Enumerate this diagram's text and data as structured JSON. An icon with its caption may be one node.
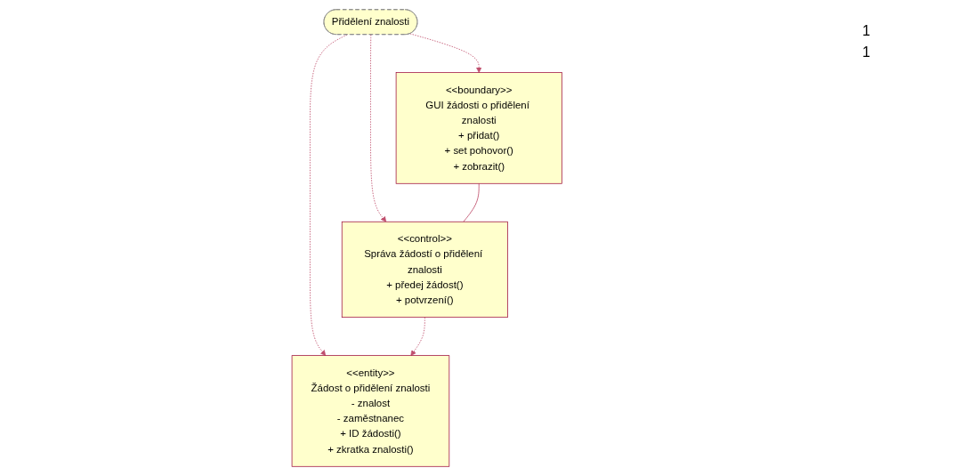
{
  "diagram": {
    "nodes": [
      {
        "text": [
          "Přidělení znalosti"
        ]
      },
      {
        "text": [
          "<<boundary>>",
          "GUI žádosti o přidělení znalosti",
          "+ přidat()",
          "+ set pohovor()",
          "+ zobrazit()"
        ]
      },
      {
        "text": [
          "<<entity>>",
          "Žádost o přidělení znalosti",
          "- znalost",
          "- zaměstnanec",
          "+ ID žádosti()",
          "+ zkratka znalosti()"
        ]
      },
      {
        "text": [
          "<<control>>",
          "Správa žádostí o přidělení znalosti",
          "+ předej žádost()",
          "+ potvrzení()"
        ]
      }
    ],
    "edges": [
      {
        "from": 0,
        "to": 1,
        "arrow": "to",
        "style": "dashed"
      },
      {
        "from": 0,
        "to": 3,
        "arrow": "to",
        "style": "dashed"
      },
      {
        "from": 0,
        "to": 2,
        "arrow": "to",
        "style": "dashed"
      },
      {
        "from": 1,
        "to": 3,
        "arrow": "none"
      },
      {
        "from": 3,
        "to": 2,
        "arrow": "to",
        "style": "dashed"
      }
    ],
    "labels": [
      "1",
      "1"
    ]
  }
}
